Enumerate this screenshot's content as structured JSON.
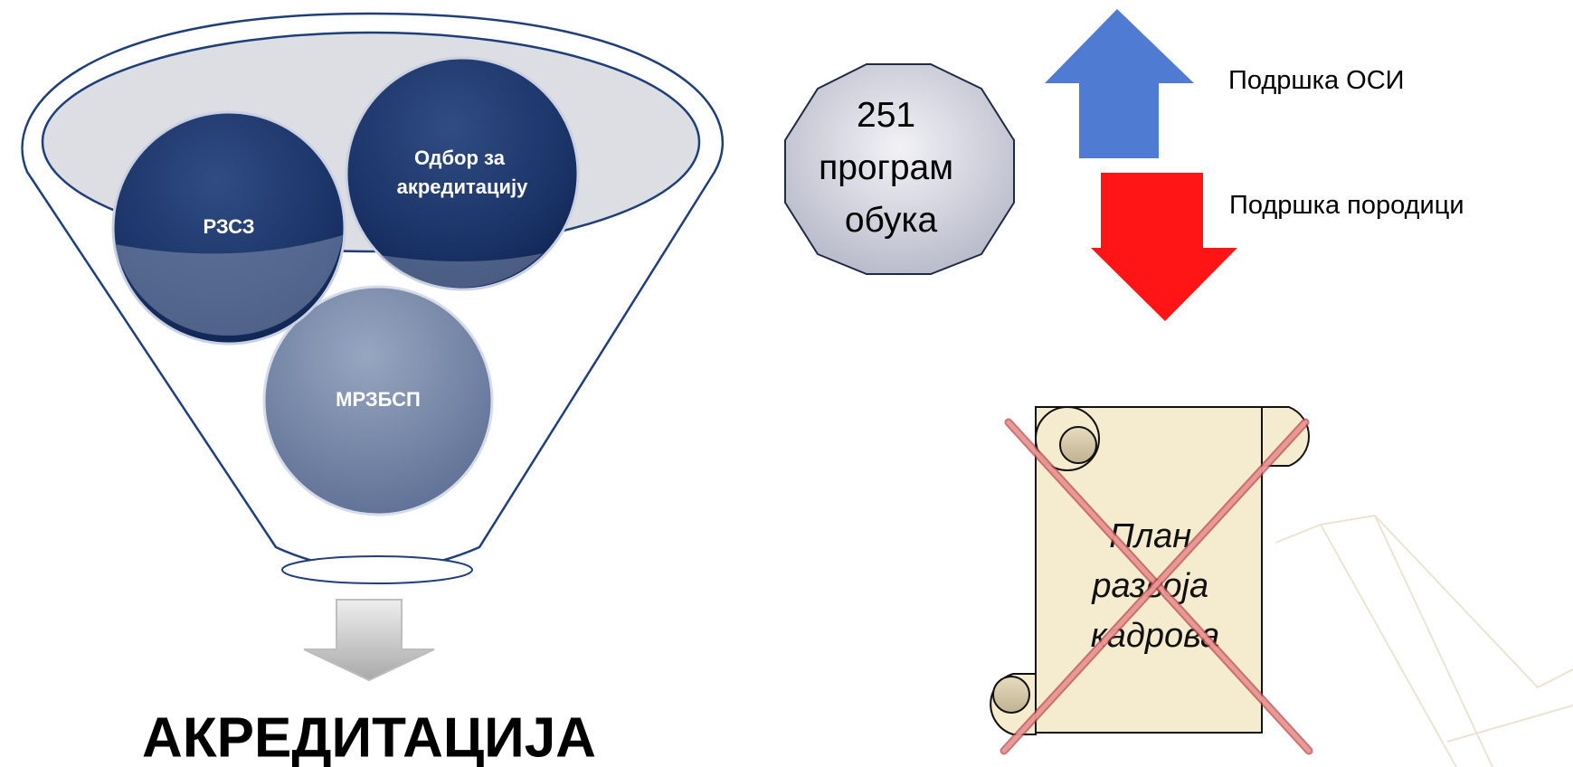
{
  "funnel": {
    "circles": [
      {
        "label": "РЗСЗ"
      },
      {
        "label_lines": [
          "Одбор за",
          "акредитацију"
        ]
      },
      {
        "label": "МРЗБСП"
      }
    ],
    "result_label": "АКРЕДИТАЦИЈА"
  },
  "programs": {
    "lines": [
      "251",
      "програм",
      "обука"
    ]
  },
  "arrows": {
    "up_label": "Подршка ОСИ",
    "down_label": "Подршка породици",
    "up_color": "#4F7BD2",
    "down_color": "#FF1515"
  },
  "scroll": {
    "lines": [
      "План",
      "развоја",
      "кадрова"
    ],
    "crossed_out": true,
    "cross_color": "#E57878",
    "paper_color": "#F5EBCF"
  }
}
